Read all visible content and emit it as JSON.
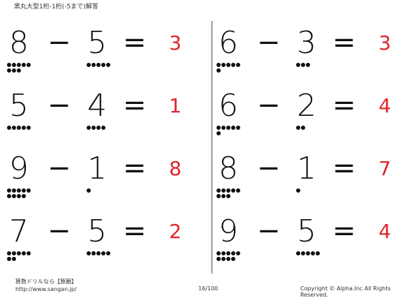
{
  "header": {
    "title": "黒丸大型1桁-1桁(-5まで)解答"
  },
  "operators": {
    "minus": "−",
    "equals": "="
  },
  "problems": [
    {
      "a": "8",
      "b": "5",
      "answer": "3"
    },
    {
      "a": "6",
      "b": "3",
      "answer": "3"
    },
    {
      "a": "5",
      "b": "4",
      "answer": "1"
    },
    {
      "a": "6",
      "b": "2",
      "answer": "4"
    },
    {
      "a": "9",
      "b": "1",
      "answer": "8"
    },
    {
      "a": "8",
      "b": "1",
      "answer": "7"
    },
    {
      "a": "7",
      "b": "5",
      "answer": "2"
    },
    {
      "a": "9",
      "b": "5",
      "answer": "4"
    }
  ],
  "footer": {
    "site_name": "算数ドリルなら【算願】",
    "url": "http://www.sangan.jp/",
    "page": "16/100",
    "copyright": "Copyright © Alpha.Inc All Rights Reserved."
  }
}
